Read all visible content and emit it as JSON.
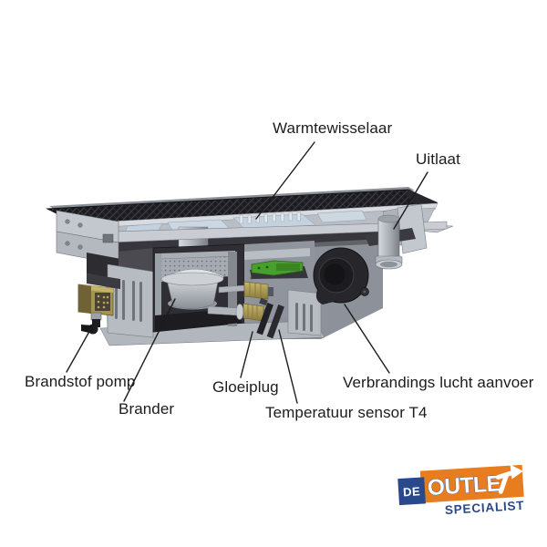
{
  "diagram": {
    "title_semantic": "Diesel heater exploded technical diagram",
    "labels": {
      "warmtewisselaar": "Warmtewisselaar",
      "uitlaat": "Uitlaat",
      "brandstof_pomp": "Brandstof pomp",
      "brander": "Brander",
      "gloeiplug": "Gloeiplug",
      "temperatuur_sensor": "Temperatuur sensor T4",
      "verbrandings_lucht": "Verbrandings lucht aanvoer"
    },
    "parts": {
      "heat_exchanger": "heat-exchanger-grille",
      "exhaust": "exhaust-pipe",
      "fuel_pump": "fuel-pump",
      "burner": "burner-dome",
      "glow_plug": "glow-plug",
      "temperature_sensor": "temperature-sensor-t4",
      "combustion_air": "combustion-air-blower"
    }
  },
  "logo": {
    "de": "DE",
    "outlet_text": "OUTLE",
    "outlet_arrow_icon": "arrow-t-icon",
    "specialist": "SPECIALIST",
    "orange": "#e87d20",
    "blue": "#29498c"
  },
  "colors": {
    "background": "#ffffff",
    "line_color": "#1c1c1c",
    "metal_light": "#c7cbd2",
    "metal_mid": "#9aa0a8",
    "chassis_dark": "#2b2b30",
    "brass": "#ab9a50",
    "pcb_green": "#47a02c",
    "blower_black": "#1f1f24"
  }
}
